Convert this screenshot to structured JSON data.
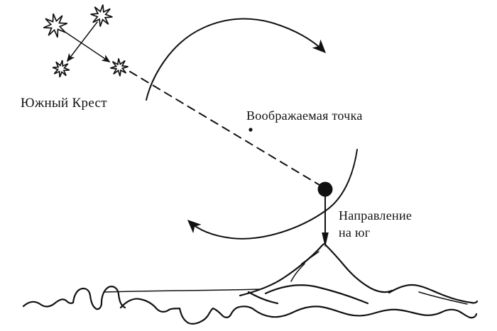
{
  "diagram": {
    "labels": {
      "southern_cross": "Южный Крест",
      "imaginary_point": "Воображаемая точка",
      "direction_south_line1": "Направление",
      "direction_south_line2": "на юг"
    },
    "colors": {
      "ink": "#111111",
      "background": "#ffffff"
    },
    "icons": {
      "stars": "eight-pointed-star-outline",
      "imaginary_point_marker": "filled-circle",
      "rotation_arrows": "curved-arrow",
      "south_arrow": "straight-down-arrow"
    }
  }
}
